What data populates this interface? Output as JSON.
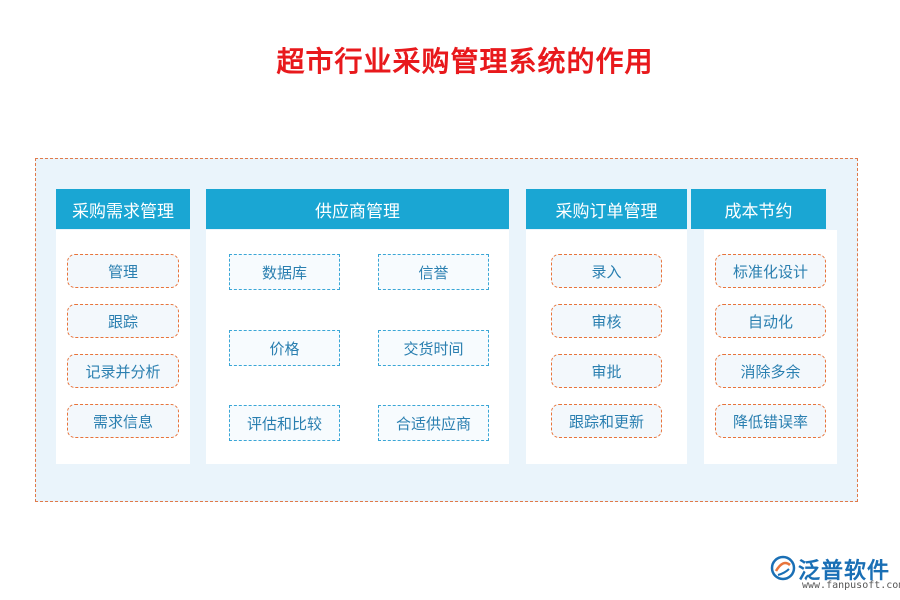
{
  "title": "超市行业采购管理系统的作用",
  "columns": [
    {
      "header": "采购需求管理",
      "items": [
        "管理",
        "跟踪",
        "记录并分析",
        "需求信息"
      ]
    },
    {
      "header": "供应商管理",
      "items": [
        "数据库",
        "信誉",
        "价格",
        "交货时间",
        "评估和比较",
        "合适供应商"
      ]
    },
    {
      "header": "采购订单管理",
      "items": [
        "录入",
        "审核",
        "审批",
        "跟踪和更新"
      ]
    },
    {
      "header": "成本节约",
      "items": [
        "标准化设计",
        "自动化",
        "消除多余",
        "降低错误率"
      ]
    }
  ],
  "logo": {
    "name": "泛普软件",
    "url": "www.fanpusoft.com"
  },
  "colors": {
    "title": "#e8191c",
    "header_bg": "#1aa6d3",
    "pill_border": "#e8743b",
    "rect_border": "#3aa6d6",
    "frame_bg": "#eaf4fb"
  }
}
